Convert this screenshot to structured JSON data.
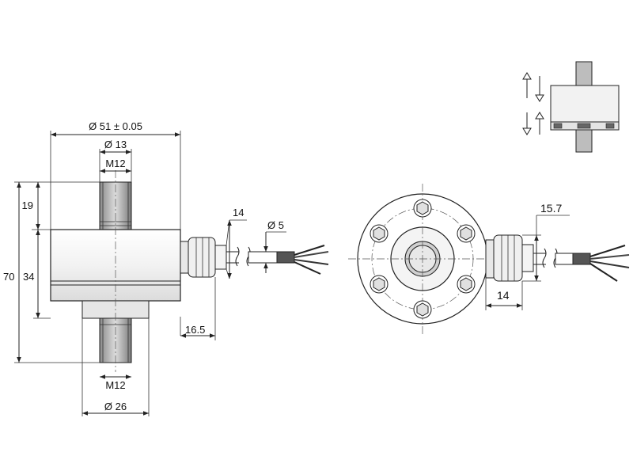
{
  "dimensions": {
    "body_diameter": "Ø 51 ± 0.05",
    "top_stud_diameter": "Ø 13",
    "top_thread": "M12",
    "top_stud_height": "19",
    "total_height": "70",
    "body_height": "34",
    "bottom_thread": "M12",
    "base_diameter": "Ø 26",
    "gland_width": "14",
    "gland_depth": "16.5",
    "cable_diameter": "Ø 5",
    "front_gland_offset": "15.7",
    "front_gland_width": "14"
  },
  "colors": {
    "line": "#222222",
    "cable_jacket": "#555555",
    "body_fill": "#eeeeee"
  },
  "icons": {
    "load_arrows": "up-down-arrows-icon",
    "bolt_heads": "hex-bolt-icon"
  }
}
